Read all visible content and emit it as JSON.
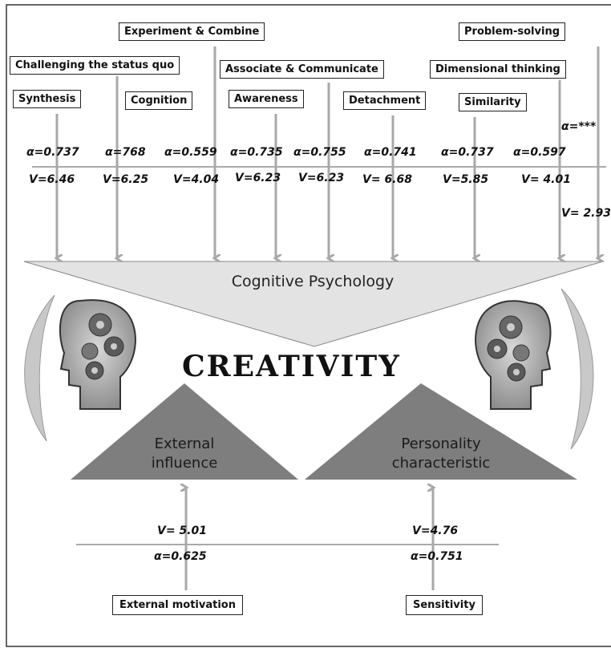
{
  "cognitive_labels": {
    "experiment": "Experiment & Combine",
    "problem": "Problem-solving",
    "challenging": "Challenging  the status quo",
    "associate": "Associate & Communicate",
    "dimensional": "Dimensional  thinking",
    "synthesis": "Synthesis",
    "cognition": "Cognition",
    "awareness": "Awareness",
    "detachment": "Detachment",
    "similarity": "Similarity"
  },
  "alphas": [
    "α=0.737",
    "α=768",
    "α=0.559",
    "α=0.735",
    "α=0.755",
    "α=0.741",
    "α=0.737",
    "α=0.597",
    "α=***"
  ],
  "vs": [
    "V=6.46",
    "V=6.25",
    "V=4.04",
    "V=6.23",
    "V=6.23",
    "V= 6.68",
    "V=5.85",
    "V= 4.01",
    "V= 2.93"
  ],
  "cognitive_psychology": "Cognitive Psychology",
  "creativity": "CREATIVITY",
  "external": {
    "title_line1": "External",
    "title_line2": "influence",
    "v": "V= 5.01",
    "alpha": "α=0.625",
    "box": "External  motivation"
  },
  "personality": {
    "title_line1": "Personality",
    "title_line2": "characteristic",
    "v": "V=4.76",
    "alpha": "α=0.751",
    "box": "Sensitivity"
  },
  "colors": {
    "arrow": "#a8a8a8",
    "funnel": "#e3e3e3",
    "triangle": "#7e7e7e"
  }
}
